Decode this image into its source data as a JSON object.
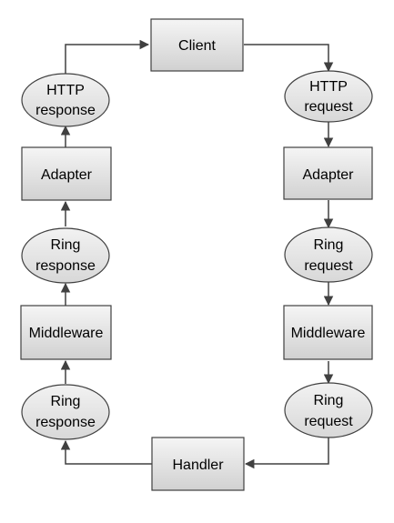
{
  "diagram": {
    "nodes": {
      "client": {
        "label": "Client"
      },
      "handler": {
        "label": "Handler"
      },
      "http_request": {
        "line1": "HTTP",
        "line2": "request"
      },
      "adapter_right": {
        "label": "Adapter"
      },
      "ring_request_upper": {
        "line1": "Ring",
        "line2": "request"
      },
      "middleware_right": {
        "label": "Middleware"
      },
      "ring_request_lower": {
        "line1": "Ring",
        "line2": "request"
      },
      "http_response": {
        "line1": "HTTP",
        "line2": "response"
      },
      "adapter_left": {
        "label": "Adapter"
      },
      "ring_response_upper": {
        "line1": "Ring",
        "line2": "response"
      },
      "middleware_left": {
        "label": "Middleware"
      },
      "ring_response_lower": {
        "line1": "Ring",
        "line2": "response"
      }
    },
    "colors": {
      "stroke": "#404040",
      "box_fill_light": "#f4f4f4",
      "box_fill_dark": "#d4d4d4",
      "text": "#000000"
    }
  }
}
